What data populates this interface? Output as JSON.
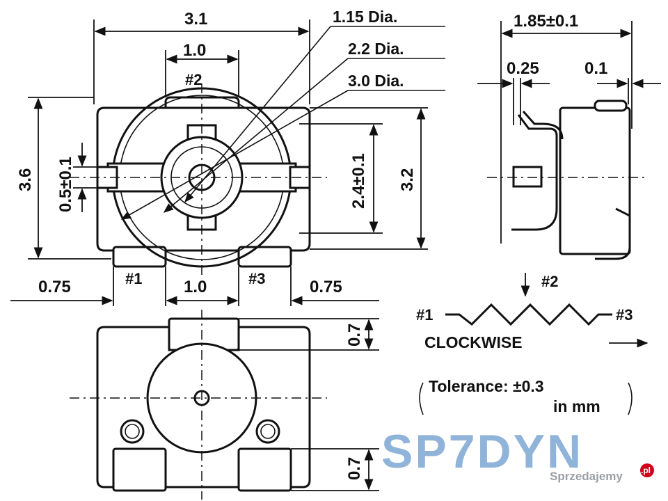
{
  "top_view": {
    "width": "3.1",
    "pin_spacing": "1.0",
    "pin2": "#2",
    "height": "3.6",
    "center_offset": "0.5±0.1",
    "inner_height": "2.4±0.1",
    "body_height": "3.2",
    "pin1": "#1",
    "pin3": "#3",
    "edge_left": "0.75",
    "pin_pitch": "1.0",
    "edge_right": "0.75"
  },
  "callouts": {
    "hole": "1.15 Dia.",
    "boss": "2.2 Dia.",
    "rotor": "3.0 Dia."
  },
  "side_view": {
    "depth": "1.85±0.1",
    "lead": "0.25",
    "gap": "0.1"
  },
  "bottom_view": {
    "pad_top": "0.7",
    "pad_bottom": "0.7"
  },
  "schematic": {
    "wiper": "#2",
    "end1": "#1",
    "end3": "#3",
    "direction": "CLOCKWISE"
  },
  "tolerance": {
    "line1": "Tolerance: ±0.3",
    "line2": "in mm"
  },
  "watermark": {
    "brand": "SP7DYN",
    "site": "Sprzedajemy",
    "tld": ".pl"
  }
}
